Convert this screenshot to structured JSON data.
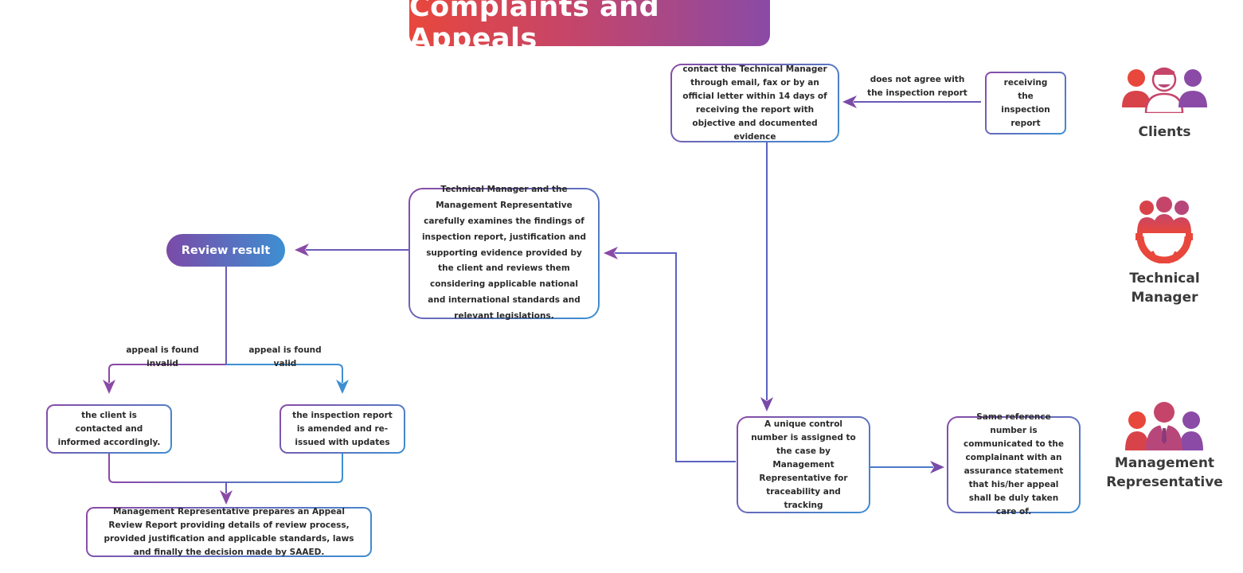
{
  "title": "Complaints and Appeals",
  "lanes": {
    "clients": "Clients",
    "technical_manager": "Technical Manager",
    "management_rep_line1": "Management",
    "management_rep_line2": "Representative"
  },
  "nodes": {
    "receiving_report": "receiving the inspection report",
    "contact_tm": "contact the Technical Manager through email, fax or by an official letter within 14 days of receiving the report with objective and documented evidence",
    "tm_examines": "Technical Manager and the Management Representative carefully examines the findings of inspection report, justification and supporting evidence provided by the client and reviews them considering applicable national and international standards and relevant legislations.",
    "review_result": "Review result",
    "client_contacted": "the client is contacted and informed accordingly.",
    "report_amended": "the inspection report is amended and re-issued with updates",
    "appeal_review_report": "Management Representative prepares an Appeal Review Report providing details of review process, provided justification and applicable standards, laws and finally the decision made by SAAED.",
    "control_number": "A unique control number is assigned to the case by Management Representative for traceability and tracking",
    "reference_number": "Same reference number is communicated to the complainant with an assurance statement that his/her appeal shall be duly taken care of."
  },
  "edge_labels": {
    "does_not_agree": "does not agree with the inspection report",
    "invalid": "appeal is found invalid",
    "valid": "appeal is found valid"
  },
  "colors": {
    "purple": "#8a4aa6",
    "blue": "#3d8fd2",
    "red": "#e8473c"
  },
  "icons": {
    "clients": "clients-group-icon",
    "technical_manager": "team-gear-icon",
    "management_rep": "business-team-icon"
  }
}
